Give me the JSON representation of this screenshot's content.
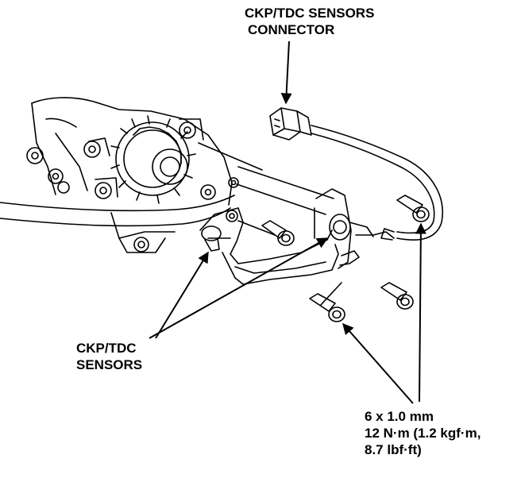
{
  "labels": {
    "connector": {
      "line1": "CKP/TDC SENSORS",
      "line2": "CONNECTOR"
    },
    "sensors": {
      "line1": "CKP/TDC",
      "line2": "SENSORS"
    },
    "bolt": {
      "line1": "6 x 1.0 mm",
      "line2": "12 N·m (1.2 kgf·m,",
      "line3": "8.7 lbf·ft)"
    }
  },
  "colors": {
    "ink": "#000000",
    "paper": "#ffffff"
  }
}
